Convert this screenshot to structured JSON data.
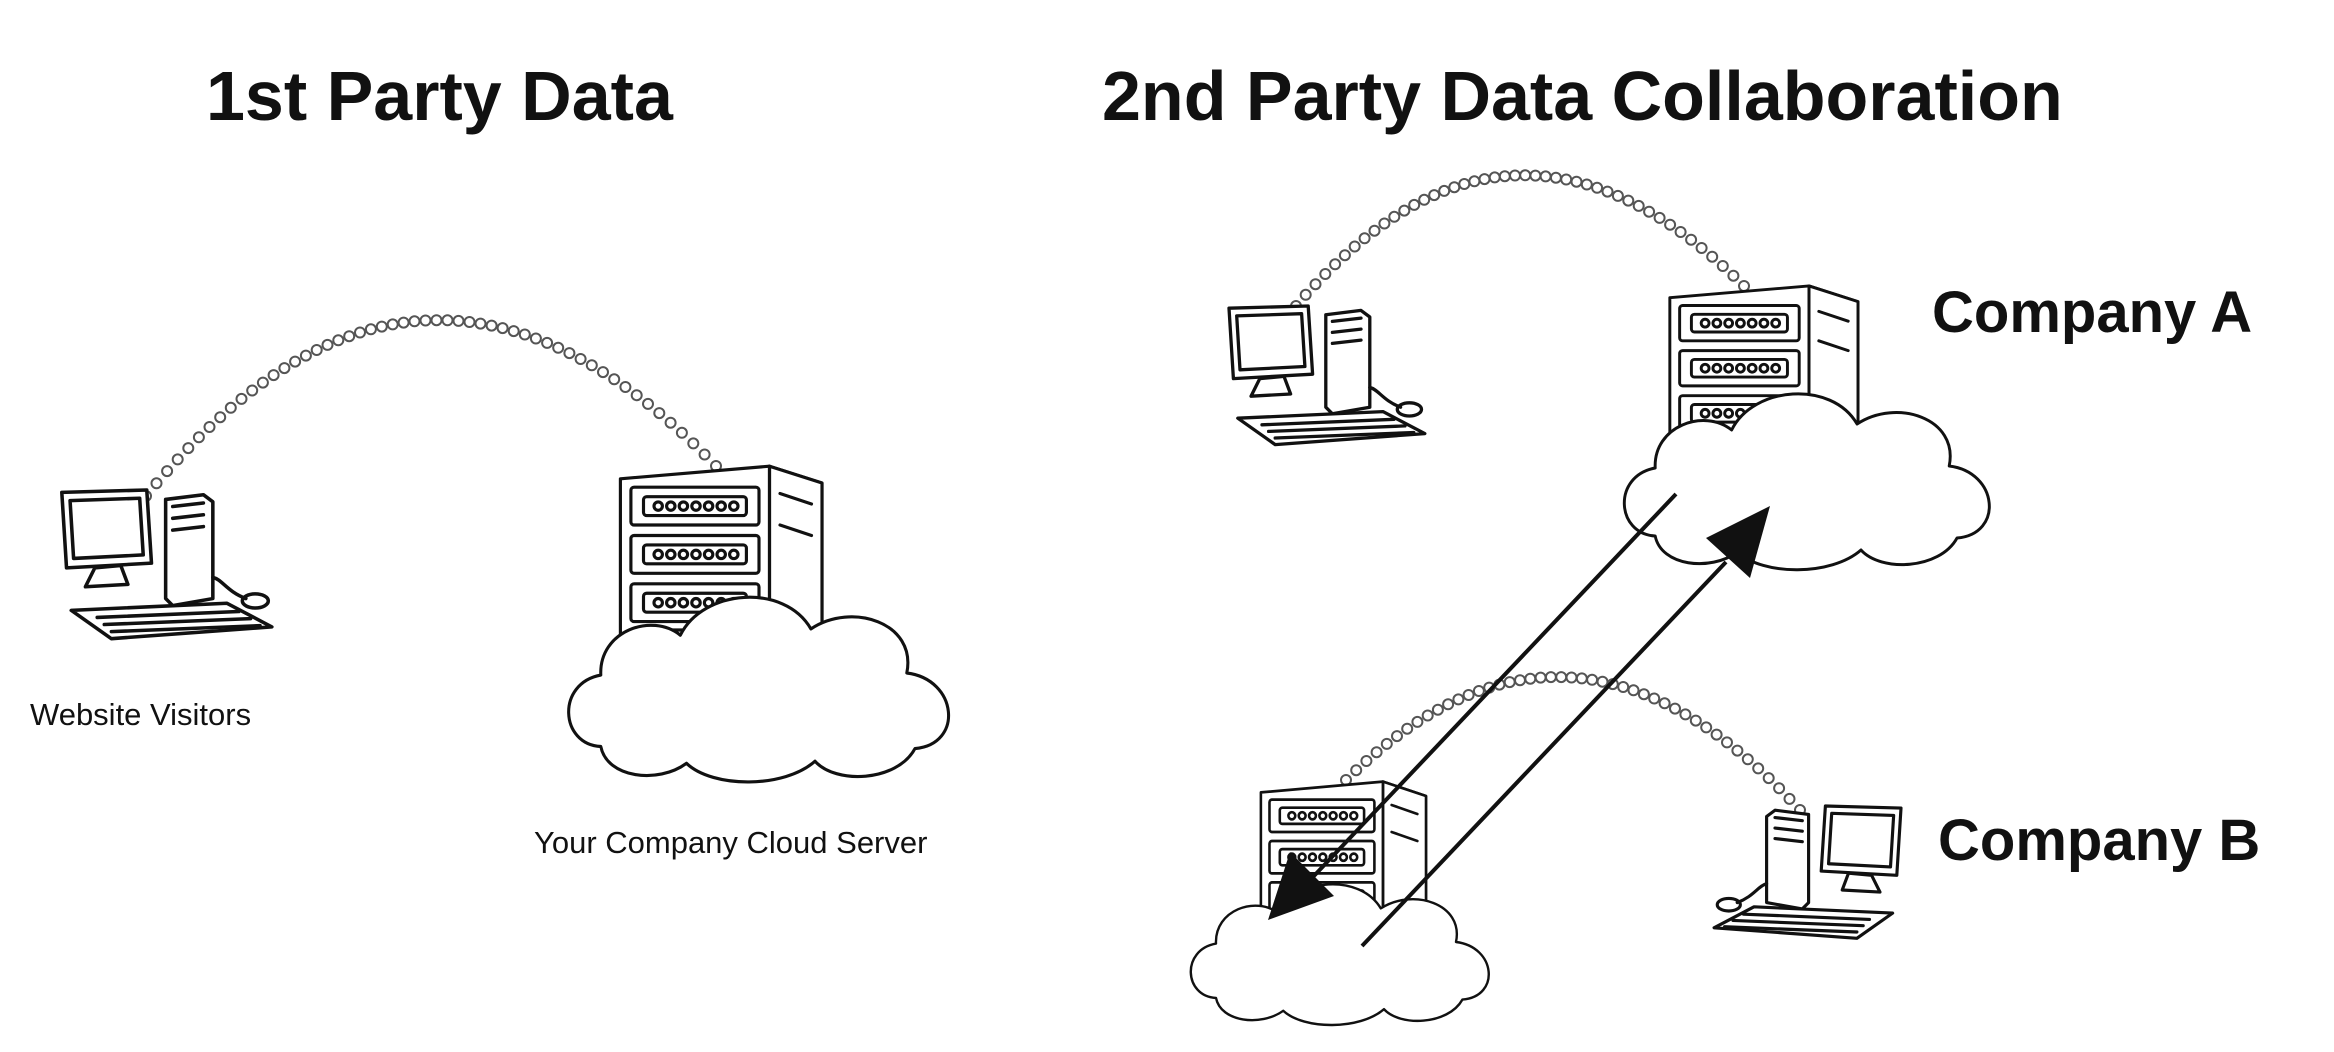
{
  "titles": {
    "first_party": "1st Party Data",
    "second_party": "2nd Party Data Collaboration"
  },
  "labels": {
    "website_visitors": "Website Visitors",
    "cloud_server": "Your Company Cloud Server",
    "company_a": "Company A",
    "company_b": "Company B"
  },
  "icons": {
    "computer": "desktop-computer-icon",
    "server": "server-rack-icon",
    "cloud": "cloud-icon"
  }
}
